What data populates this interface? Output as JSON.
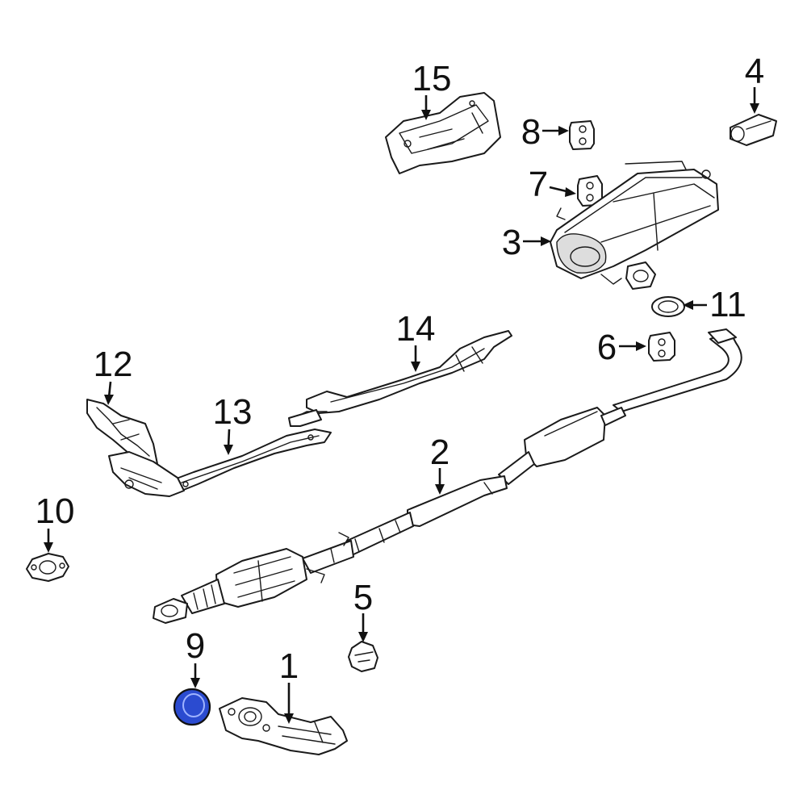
{
  "diagram": {
    "callouts": [
      {
        "id": "1",
        "label": "1"
      },
      {
        "id": "2",
        "label": "2"
      },
      {
        "id": "3",
        "label": "3"
      },
      {
        "id": "4",
        "label": "4"
      },
      {
        "id": "5",
        "label": "5"
      },
      {
        "id": "6",
        "label": "6"
      },
      {
        "id": "7",
        "label": "7"
      },
      {
        "id": "8",
        "label": "8"
      },
      {
        "id": "9",
        "label": "9"
      },
      {
        "id": "10",
        "label": "10"
      },
      {
        "id": "11",
        "label": "11"
      },
      {
        "id": "12",
        "label": "12"
      },
      {
        "id": "13",
        "label": "13"
      },
      {
        "id": "14",
        "label": "14"
      },
      {
        "id": "15",
        "label": "15"
      }
    ],
    "highlighted_part": "9",
    "colors": {
      "line": "#1a1a1a",
      "highlight": "#2b4bd0",
      "background": "#ffffff"
    }
  }
}
